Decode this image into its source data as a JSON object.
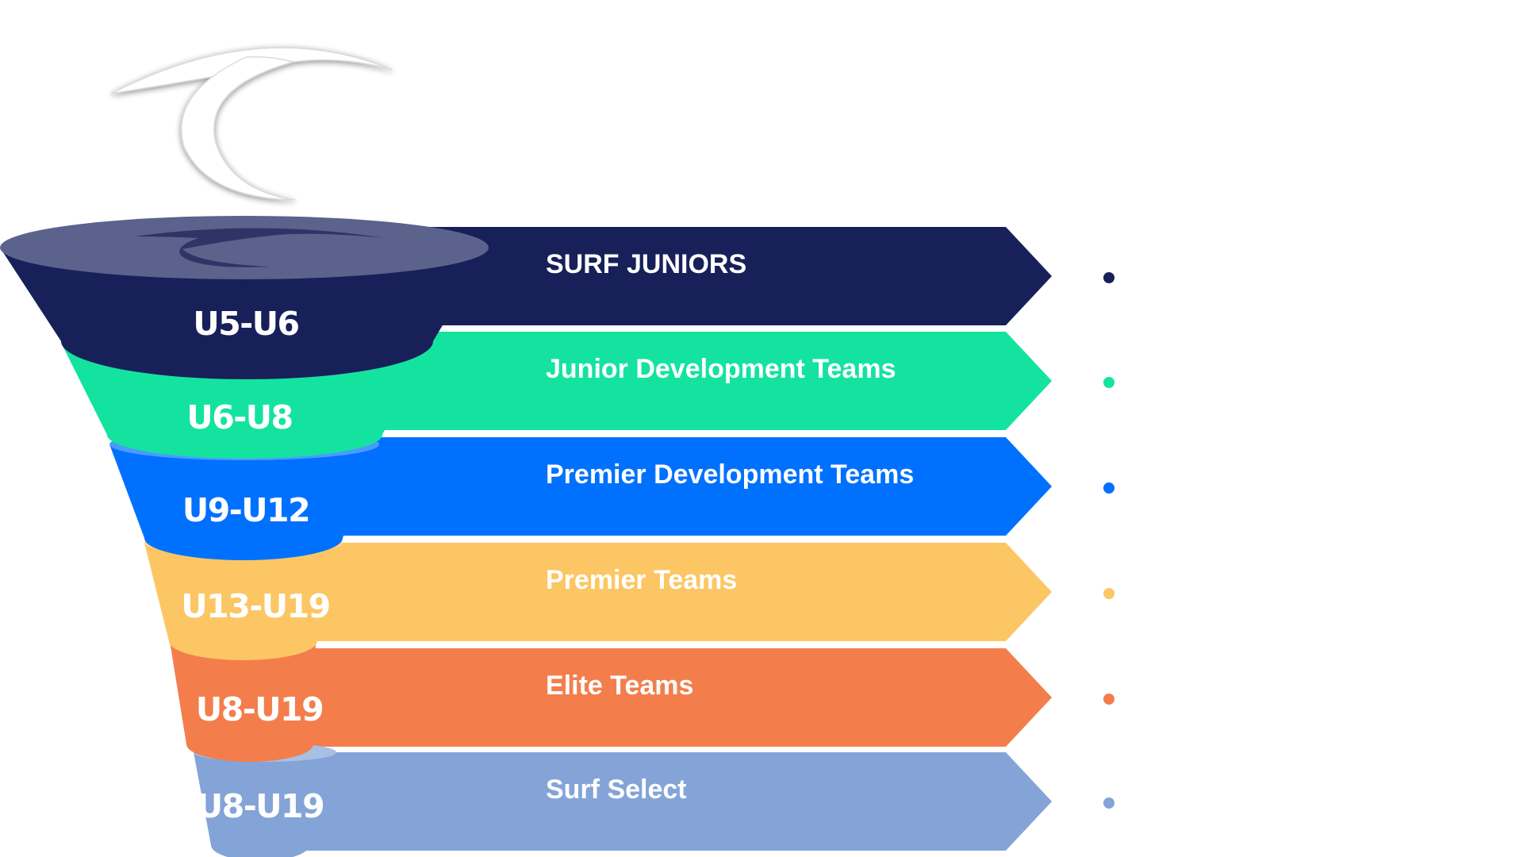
{
  "tiers": [
    {
      "range": "U5-U6",
      "program": "SURF JUNIORS",
      "color": "#182059",
      "rim": "#5b628c"
    },
    {
      "range": "U6-U8",
      "program": "Junior Development Teams",
      "color": "#14e3a0",
      "rim": "#5eecbf"
    },
    {
      "range": "U9-U12",
      "program": "Premier Development Teams",
      "color": "#0071fe",
      "rim": "#4b9bfe"
    },
    {
      "range": "U13-U19",
      "program": "Premier Teams",
      "color": "#fdc664",
      "rim": "#fed693"
    },
    {
      "range": "U8-U19",
      "program": "Elite Teams",
      "color": "#f37e4c",
      "rim": "#f7a582"
    },
    {
      "range": "U8-U19",
      "program": "Surf Select",
      "color": "#84a4d8",
      "rim": "#a9c0e5"
    }
  ],
  "logo": {
    "icon": "wave-logo-icon"
  }
}
